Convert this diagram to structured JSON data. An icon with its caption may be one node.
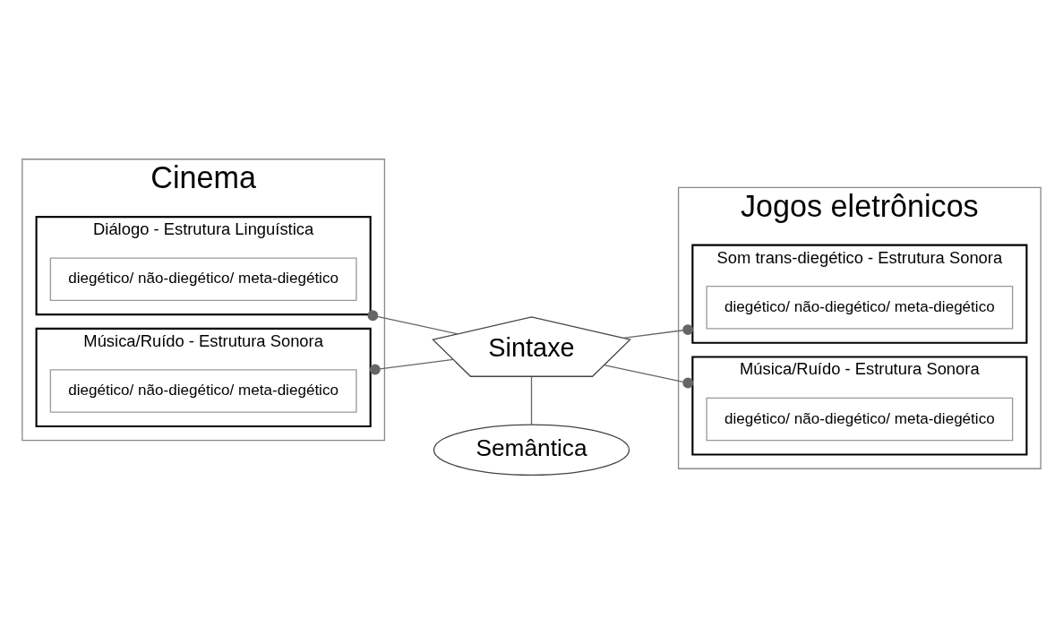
{
  "diagram": {
    "nodes": [
      {
        "text": [
          "Cinema"
        ]
      },
      {
        "text": [
          "Diálogo - Estrutura Linguística"
        ],
        "in": 0
      },
      {
        "text": [
          "diegético/ não-diegético/ meta-diegético"
        ],
        "in": 1
      },
      {
        "text": [
          "Música/Ruído - Estrutura Sonora"
        ],
        "in": 0
      },
      {
        "text": [
          "diegético/ não-diegético/ meta-diegético"
        ],
        "in": 3
      },
      {
        "text": [
          "Jogos eletrônicos"
        ]
      },
      {
        "text": [
          "Som trans-diegético - Estrutura Sonora"
        ],
        "in": 5
      },
      {
        "text": [
          "diegético/ não-diegético/ meta-diegético"
        ],
        "in": 6
      },
      {
        "text": [
          "Música/Ruído - Estrutura Sonora"
        ],
        "in": 5
      },
      {
        "text": [
          "diegético/ não-diegético/ meta-diegético"
        ],
        "in": 8
      },
      {
        "text": [
          "Sintaxe"
        ]
      },
      {
        "text": [
          "Semântica"
        ]
      }
    ],
    "edges": [
      {
        "from": 1,
        "to": 10,
        "arrow": "other"
      },
      {
        "from": 6,
        "to": 10,
        "arrow": "other"
      },
      {
        "from": 3,
        "to": 10,
        "arrow": "other"
      },
      {
        "from": 8,
        "to": 10,
        "arrow": "other"
      },
      {
        "from": 10,
        "to": 11,
        "arrow": "none"
      }
    ]
  }
}
